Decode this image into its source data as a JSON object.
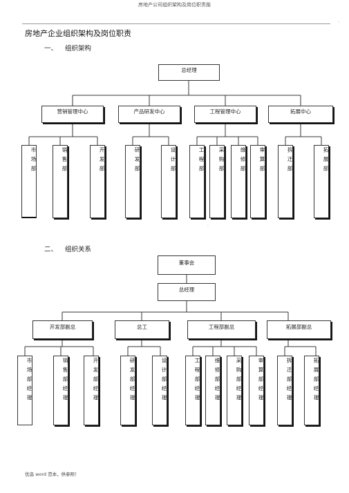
{
  "header": {
    "text": "房地产公司组织架构及岗位职责版",
    "dot": "."
  },
  "title": "房地产企业组织架构及岗位职责",
  "section1": {
    "num": "一、",
    "label": "组织架构"
  },
  "section2": {
    "num": "二、",
    "label": "组织关系"
  },
  "chart1": {
    "top": "总经理",
    "centers": [
      "营销管理中心",
      "产品研发中心",
      "工程管理中心",
      "拓展中心"
    ],
    "depts": [
      "市场部",
      "销售部",
      "开发部",
      "研发部",
      "设计部",
      "工程部",
      "采购部",
      "维修部",
      "审算部",
      "拆迁部",
      "拓展部"
    ]
  },
  "mid_dot": ".",
  "chart2": {
    "board": "董事会",
    "gm": "总经理",
    "vps": [
      "开发部副总",
      "总工",
      "工程部副总",
      "拓展部副总"
    ],
    "managers": [
      "市场部经理",
      "销售部经理",
      "开发部经理",
      "研发部经理",
      "设计部经理",
      "工程部经理",
      "维修部经理",
      "采购部经理",
      "审算部经理",
      "拆迁部经理",
      "拓展部经理"
    ]
  },
  "footer": "优选 word 范本，供参照！"
}
